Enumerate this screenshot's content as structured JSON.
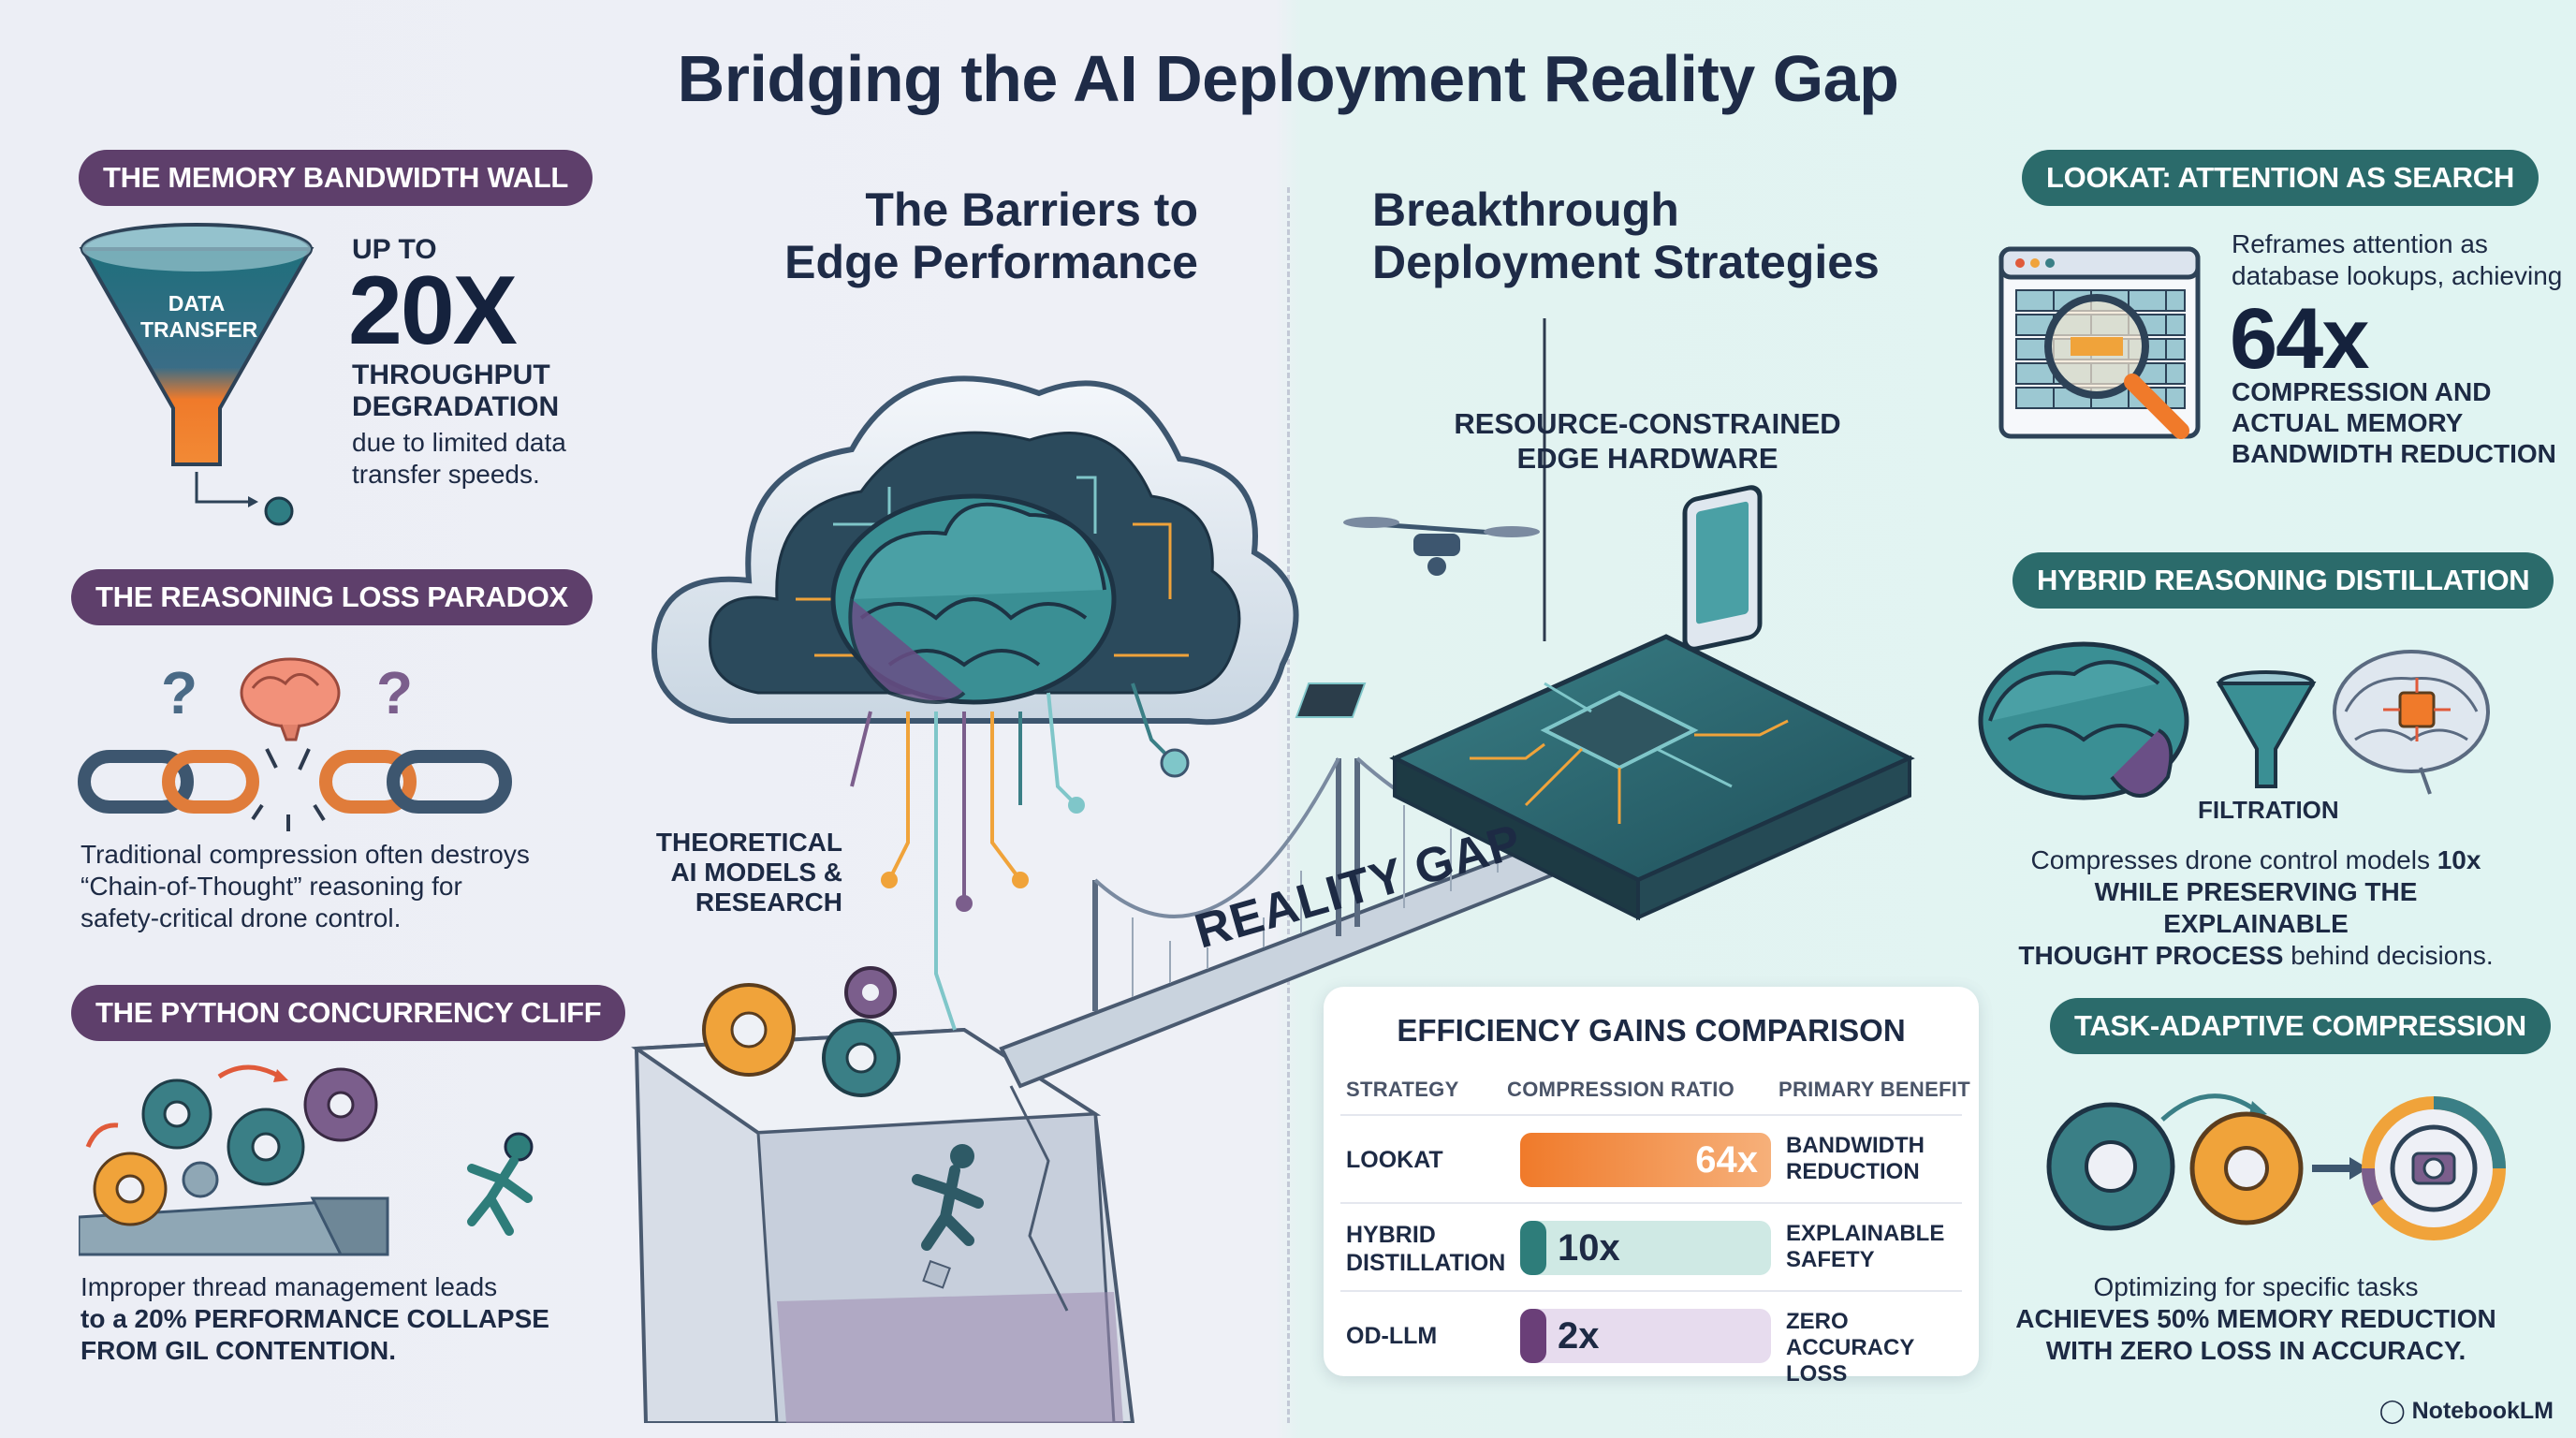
{
  "title": "Bridging the AI Deployment Reality Gap",
  "left_column_title": [
    "The Barriers to",
    "Edge Performance"
  ],
  "right_column_title": [
    "Breakthrough",
    "Deployment Strategies"
  ],
  "memory_wall": {
    "pill": "THE MEMORY BANDWIDTH WALL",
    "funnel_label": [
      "DATA",
      "TRANSFER"
    ],
    "pre": "UP TO",
    "stat": "20X",
    "stat_caption": [
      "THROUGHPUT",
      "DEGRADATION"
    ],
    "desc": [
      "due to limited data",
      "transfer speeds."
    ]
  },
  "reasoning_paradox": {
    "pill": "THE REASONING LOSS PARADOX",
    "desc": [
      "Traditional compression often destroys",
      "“Chain-of-Thought” reasoning for",
      "safety-critical drone control."
    ]
  },
  "python_cliff": {
    "pill": "THE PYTHON CONCURRENCY CLIFF",
    "desc_1": "Improper thread management leads",
    "desc_2": "to a 20% PERFORMANCE COLLAPSE",
    "desc_3": "FROM GIL CONTENTION."
  },
  "center": {
    "theoretical": [
      "THEORETICAL",
      "AI MODELS &",
      "RESEARCH"
    ],
    "hardware": [
      "RESOURCE-CONSTRAINED",
      "EDGE HARDWARE"
    ],
    "gap_label": "REALITY GAP"
  },
  "lookat": {
    "pill": "LOOKAT: ATTENTION AS SEARCH",
    "desc": [
      "Reframes attention as",
      "database lookups, achieving"
    ],
    "stat": "64x",
    "stat_caption": [
      "COMPRESSION AND",
      "ACTUAL MEMORY",
      "BANDWIDTH REDUCTION"
    ]
  },
  "hybrid": {
    "pill": "HYBRID REASONING DISTILLATION",
    "filter_label": "FILTRATION",
    "line1_normal": "Compresses drone control models ",
    "line1_bold": "10x",
    "line2": "WHILE PRESERVING THE EXPLAINABLE",
    "line3_bold": "THOUGHT PROCESS",
    "line3_normal": " behind decisions."
  },
  "task_adaptive": {
    "pill": "TASK-ADAPTIVE COMPRESSION",
    "desc_1": "Optimizing for specific tasks",
    "desc_2": "ACHIEVES 50% MEMORY REDUCTION",
    "desc_3": "WITH ZERO LOSS IN ACCURACY."
  },
  "efficiency_table": {
    "title": "EFFICIENCY GAINS COMPARISON",
    "headers": [
      "STRATEGY",
      "COMPRESSION RATIO",
      "PRIMARY BENEFIT"
    ],
    "rows": [
      {
        "strategy": [
          "LOOKAT"
        ],
        "ratio": 64,
        "ratio_label": "64x",
        "benefit": [
          "BANDWIDTH",
          "REDUCTION"
        ],
        "color": "#f07a2a",
        "track": "#f6e4d8"
      },
      {
        "strategy": [
          "HYBRID",
          "DISTILLATION"
        ],
        "ratio": 10,
        "ratio_label": "10x",
        "benefit": [
          "EXPLAINABLE",
          "SAFETY"
        ],
        "color": "#2e7d7a",
        "track": "#cfe9e4"
      },
      {
        "strategy": [
          "OD-LLM"
        ],
        "ratio": 2,
        "ratio_label": "2x",
        "benefit": [
          "ZERO ACCURACY",
          "LOSS"
        ],
        "color": "#6a3f78",
        "track": "#e7dcee"
      }
    ]
  },
  "watermark": "NotebookLM",
  "colors": {
    "purple": "#5e3f6b",
    "teal": "#2b6b6b",
    "orange": "#f07a2a",
    "navy": "#1e2b47"
  }
}
